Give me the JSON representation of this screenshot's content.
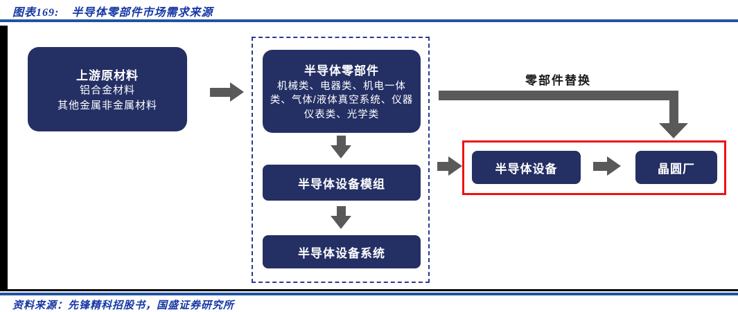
{
  "header": {
    "label": "图表169:",
    "title": "半导体零部件市场需求来源"
  },
  "diagram": {
    "upstream": {
      "title": "上游原材料",
      "lines": [
        "铝合金材料",
        "其他金属非金属材料"
      ]
    },
    "parts": {
      "title": "半导体零部件",
      "desc": "机械类、电器类、机电一体类、气体/液体真空系统、仪器仪表类、光学类"
    },
    "module": {
      "label": "半导体设备模组"
    },
    "system": {
      "label": "半导体设备系统"
    },
    "equipment": {
      "label": "半导体设备"
    },
    "fab": {
      "label": "晶圆厂"
    },
    "replacement_label": "零部件替换"
  },
  "footer": {
    "source": "资料来源：先锋精科招股书，国盛证券研究所"
  },
  "colors": {
    "navy_box": "#242F64",
    "arrow_gray": "#595959",
    "highlight_red": "#EE1111",
    "rule_blue": "#2053A4",
    "title_blue": "#1637A4",
    "dashed_border_blue": "#2B3990",
    "black_bar": "#000000"
  }
}
